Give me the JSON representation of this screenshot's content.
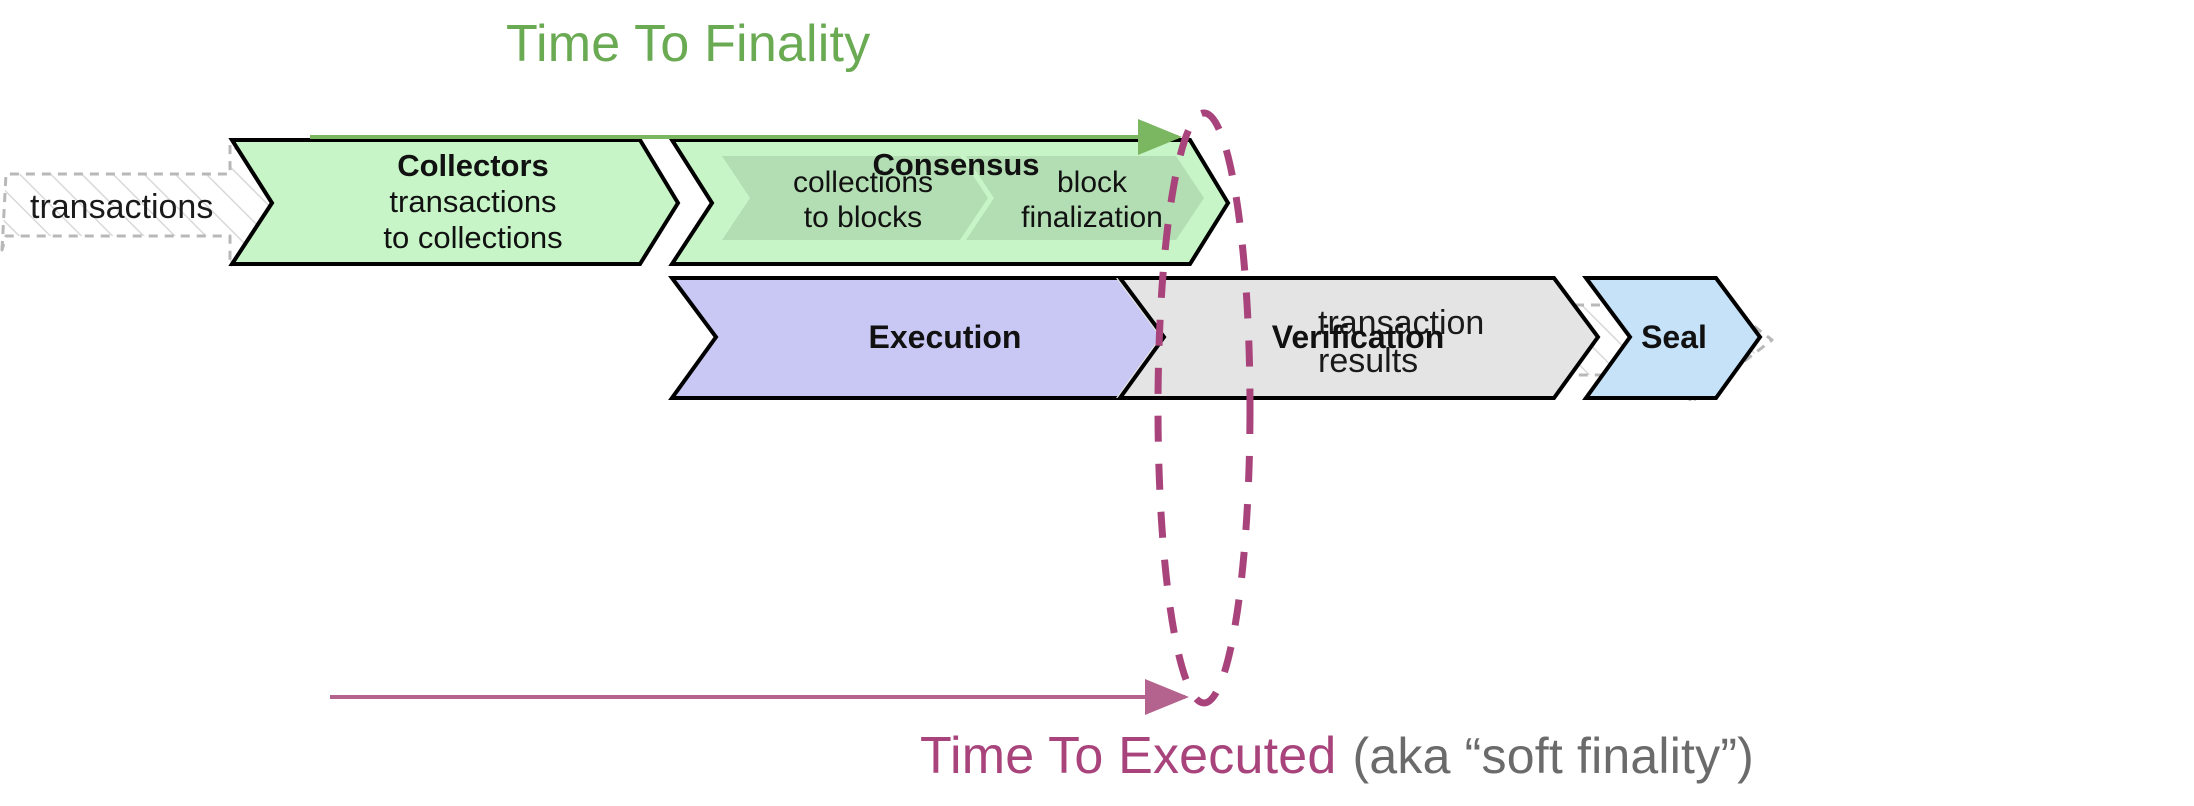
{
  "diagram": {
    "name": "flow-blockchain-pipeline",
    "top_timeline": {
      "label": "Time To Finality",
      "color": "#6aaa53",
      "arrow_color": "#7bb661"
    },
    "bottom_timeline": {
      "label": "Time To Executed",
      "suffix": "(aka “soft finality”)",
      "color": "#a8447b",
      "suffix_color": "#6b6b6b",
      "arrow_color": "#b4638e"
    },
    "boundary_marker": {
      "name": "dashed-ellipse",
      "color": "#a8447b",
      "style": "dashed"
    },
    "input": {
      "label": "transactions",
      "style": "ghost-hatched-arrow",
      "border_color": "#b8b8b8",
      "text_color": "#1a1a1a"
    },
    "output": {
      "line1": "transaction",
      "line2": "results",
      "style": "ghost-hatched-arrow",
      "border_color": "#b8b8b8",
      "text_color": "#1a1a1a"
    },
    "top_row": [
      {
        "id": "collectors",
        "title": "Collectors",
        "sub_line1": "transactions",
        "sub_line2": "to collections",
        "fill": "#c8f5c8",
        "stroke": "#000000"
      },
      {
        "id": "consensus",
        "title": "Consensus",
        "fill": "#c8f5c8",
        "stroke": "#000000",
        "children": [
          {
            "id": "collections-to-blocks",
            "line1": "collections",
            "line2": "to blocks",
            "fill": "#b3ddb3"
          },
          {
            "id": "block-finalization",
            "line1": "block",
            "line2": "finalization",
            "fill": "#b3ddb3"
          }
        ]
      }
    ],
    "bottom_row": [
      {
        "id": "execution",
        "title": "Execution",
        "fill": "#c9c8f5",
        "stroke": "#000000"
      },
      {
        "id": "verification",
        "title": "Verification",
        "fill": "#e4e4e4",
        "stroke": "#000000"
      },
      {
        "id": "seal",
        "title": "Seal",
        "fill": "#c6e2f8",
        "stroke": "#000000"
      }
    ]
  }
}
